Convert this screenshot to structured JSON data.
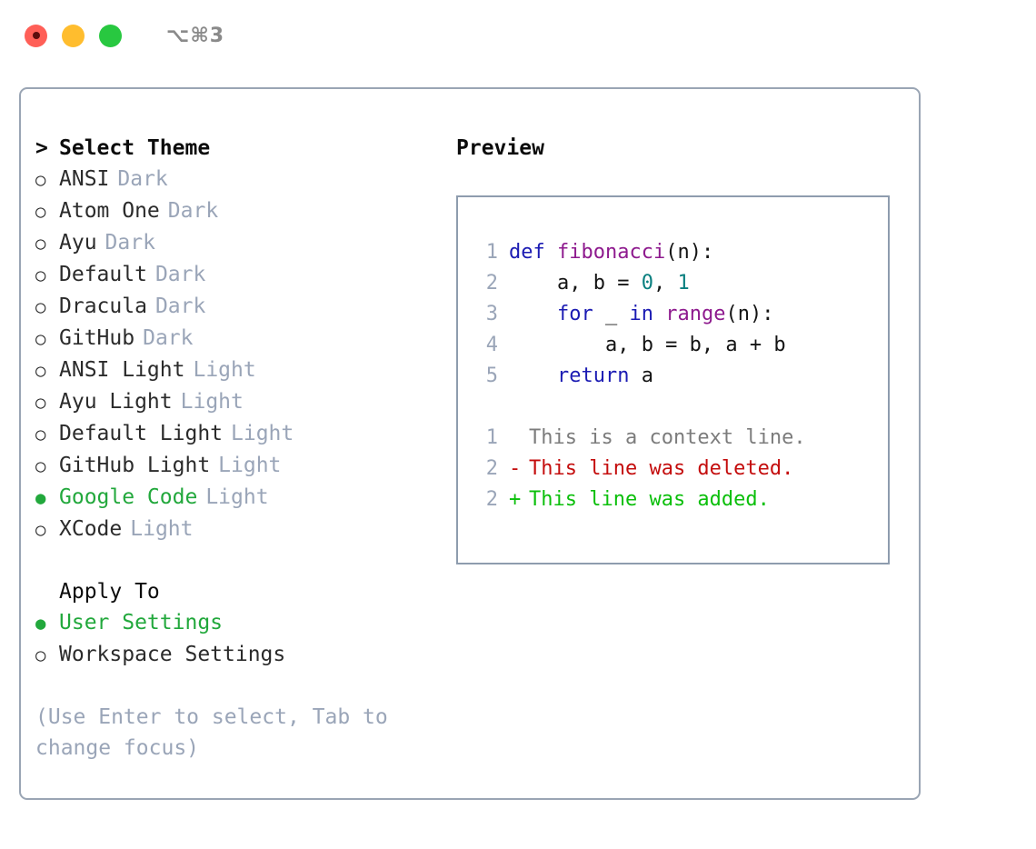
{
  "window": {
    "shortcut": "⌥⌘3",
    "traffic_lights": [
      {
        "name": "close",
        "color": "#ff5f57"
      },
      {
        "name": "minimize",
        "color": "#ffbd2e"
      },
      {
        "name": "maximize",
        "color": "#28c840"
      }
    ]
  },
  "theme_picker": {
    "header": "Select Theme",
    "caret": ">",
    "bullet_on": "●",
    "bullet_off": "○",
    "items": [
      {
        "label": "ANSI",
        "tag": "Dark",
        "selected": false
      },
      {
        "label": "Atom One",
        "tag": "Dark",
        "selected": false
      },
      {
        "label": "Ayu",
        "tag": "Dark",
        "selected": false
      },
      {
        "label": "Default",
        "tag": "Dark",
        "selected": false
      },
      {
        "label": "Dracula",
        "tag": "Dark",
        "selected": false
      },
      {
        "label": "GitHub",
        "tag": "Dark",
        "selected": false
      },
      {
        "label": "ANSI Light",
        "tag": "Light",
        "selected": false
      },
      {
        "label": "Ayu Light",
        "tag": "Light",
        "selected": false
      },
      {
        "label": "Default Light",
        "tag": "Light",
        "selected": false
      },
      {
        "label": "GitHub Light",
        "tag": "Light",
        "selected": false
      },
      {
        "label": "Google Code",
        "tag": "Light",
        "selected": true
      },
      {
        "label": "XCode",
        "tag": "Light",
        "selected": false
      }
    ]
  },
  "apply_to": {
    "header": "Apply To",
    "items": [
      {
        "label": "User Settings",
        "selected": true
      },
      {
        "label": "Workspace Settings",
        "selected": false
      }
    ]
  },
  "hint": "(Use Enter to select, Tab to change focus)",
  "preview": {
    "title": "Preview",
    "code_lines": [
      {
        "no": "1",
        "tokens": [
          {
            "t": "def",
            "c": "kw"
          },
          {
            "t": " ",
            "c": "plain"
          },
          {
            "t": "fibonacci",
            "c": "fn"
          },
          {
            "t": "(n):",
            "c": "plain"
          }
        ]
      },
      {
        "no": "2",
        "tokens": [
          {
            "t": "    a, b = ",
            "c": "plain"
          },
          {
            "t": "0",
            "c": "num"
          },
          {
            "t": ", ",
            "c": "plain"
          },
          {
            "t": "1",
            "c": "num"
          }
        ]
      },
      {
        "no": "3",
        "tokens": [
          {
            "t": "    ",
            "c": "plain"
          },
          {
            "t": "for",
            "c": "kw"
          },
          {
            "t": " _ ",
            "c": "plain"
          },
          {
            "t": "in",
            "c": "kw"
          },
          {
            "t": " ",
            "c": "plain"
          },
          {
            "t": "range",
            "c": "fn"
          },
          {
            "t": "(n):",
            "c": "plain"
          }
        ]
      },
      {
        "no": "4",
        "tokens": [
          {
            "t": "        a, b = b, a + b",
            "c": "plain"
          }
        ]
      },
      {
        "no": "5",
        "tokens": [
          {
            "t": "    ",
            "c": "plain"
          },
          {
            "t": "return",
            "c": "kw"
          },
          {
            "t": " a",
            "c": "plain"
          }
        ]
      }
    ],
    "diff_lines": [
      {
        "no": "1",
        "mark": " ",
        "text": "This is a context line.",
        "kind": "ctx"
      },
      {
        "no": "2",
        "mark": "-",
        "text": "This line was deleted.",
        "kind": "del"
      },
      {
        "no": "2",
        "mark": "+",
        "text": "This line was added.",
        "kind": "add"
      }
    ]
  },
  "colors": {
    "accent_green": "#22a83c",
    "muted": "#9aa5b8",
    "border": "#9aa5b4",
    "keyword": "#1b1bb3",
    "function": "#8e1a8e",
    "number": "#097f7f",
    "diff_add": "#0bbf0b",
    "diff_del": "#c40d0d"
  }
}
